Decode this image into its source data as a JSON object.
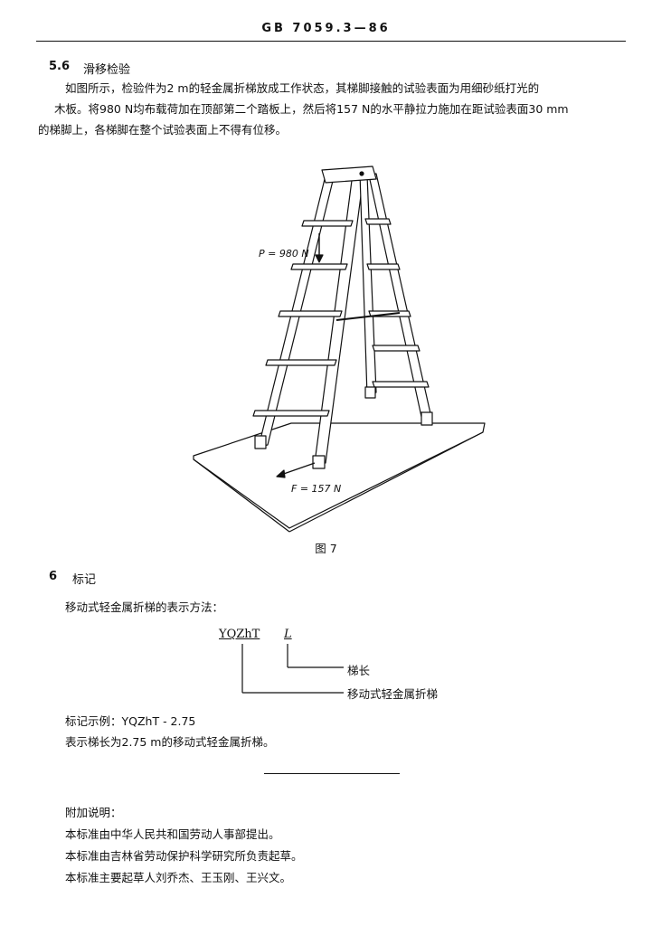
{
  "header": {
    "code": "GB 7059.3—86"
  },
  "section_5_6": {
    "number": "5.6",
    "title": "滑移检验",
    "lines": [
      "如图所示，检验件为2 m的轻金属折梯放成工作状态，其梯脚接触的试验表面为用细砂纸打光的",
      "木板。将980 N均布载荷加在顶部第二个踏板上，然后将157 N的水平静拉力施加在距试验表面30 mm",
      "的梯脚上，各梯脚在整个试验表面上不得有位移。"
    ]
  },
  "figure": {
    "load_label": "P = 980 N",
    "force_label": "F = 157 N",
    "caption": "图 7"
  },
  "section_6": {
    "number": "6",
    "title": "标记",
    "intro": "移动式轻金属折梯的表示方法：",
    "code_part": "YQZhT",
    "length_part": "L",
    "label_length": "梯长",
    "label_type": "移动式轻金属折梯",
    "example": "标记示例：YQZhT - 2.75",
    "example_meaning": "表示梯长为2.75 m的移动式轻金属折梯。"
  },
  "notes": {
    "title": "附加说明：",
    "lines": [
      "本标准由中华人民共和国劳动人事部提出。",
      "本标准由吉林省劳动保护科学研究所负责起草。",
      "本标准主要起草人刘乔杰、王玉刚、王兴文。"
    ]
  }
}
